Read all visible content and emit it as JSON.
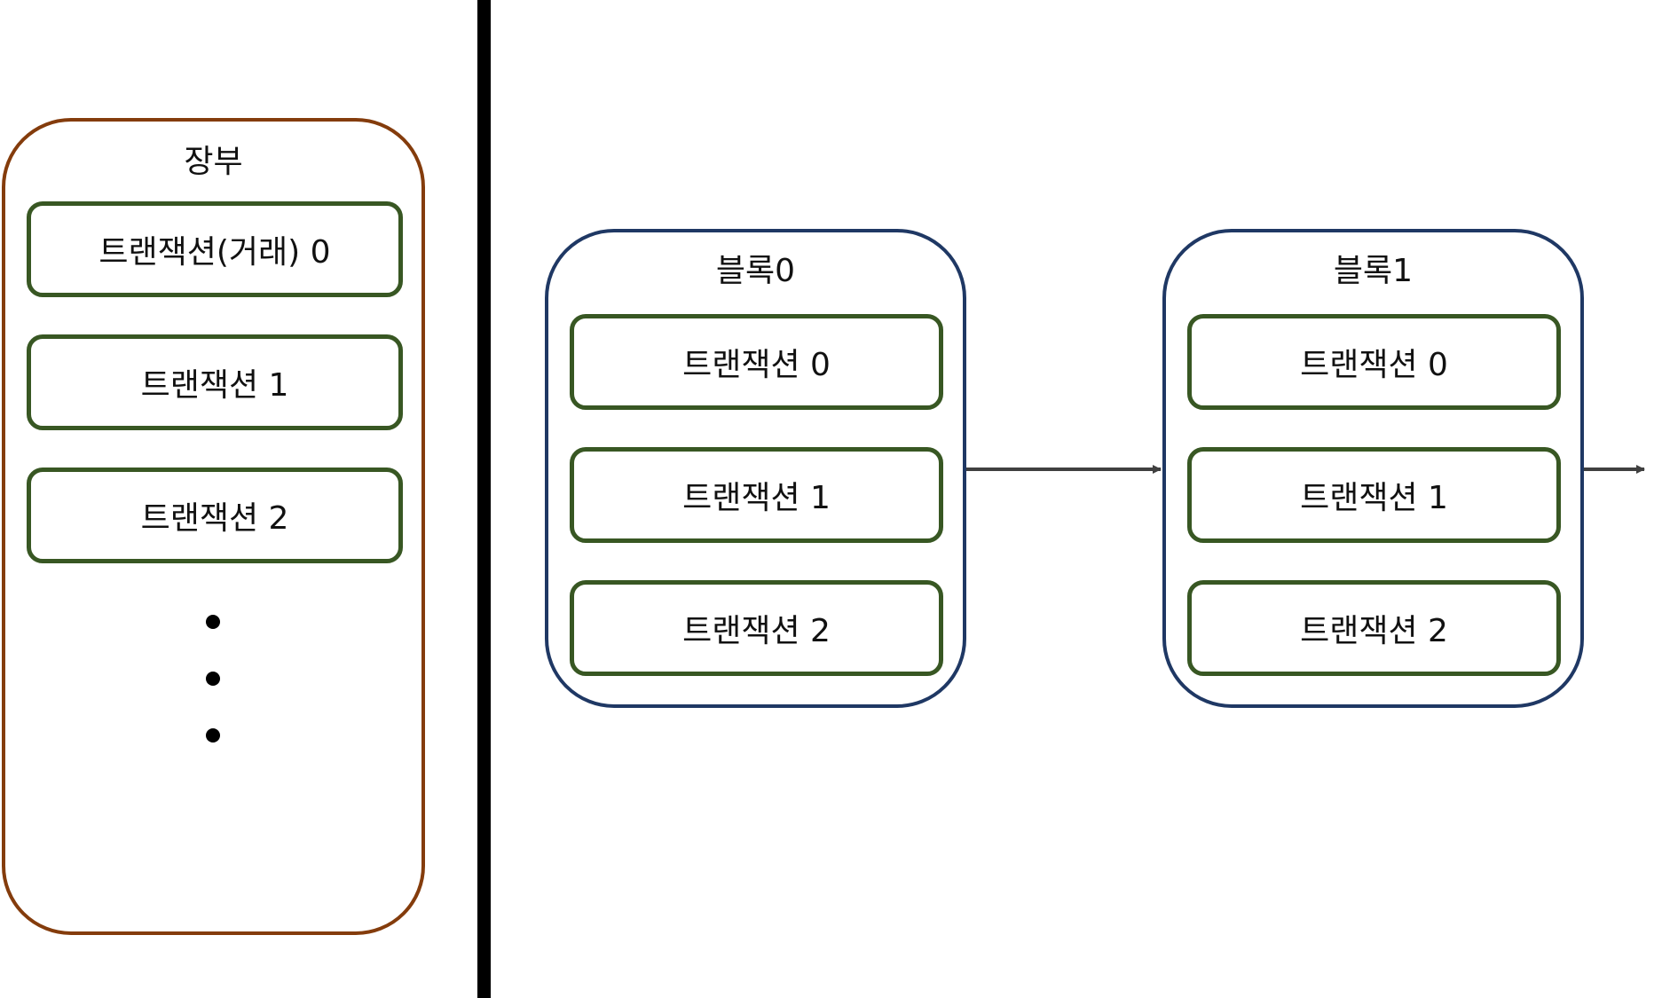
{
  "ledger": {
    "title": "장부",
    "transactions": [
      "트랜잭션(거래) 0",
      "트랜잭션 1",
      "트랜잭션 2"
    ],
    "continuation": "•••"
  },
  "blocks": [
    {
      "title": "블록0",
      "transactions": [
        "트랜잭션 0",
        "트랜잭션 1",
        "트랜잭션 2"
      ]
    },
    {
      "title": "블록1",
      "transactions": [
        "트랜잭션 0",
        "트랜잭션 1",
        "트랜잭션 2"
      ]
    }
  ],
  "colors": {
    "ledger_border": "#843c0c",
    "block_border": "#1f3864",
    "transaction_border": "#385723",
    "arrow": "#404040",
    "divider": "#000000"
  }
}
